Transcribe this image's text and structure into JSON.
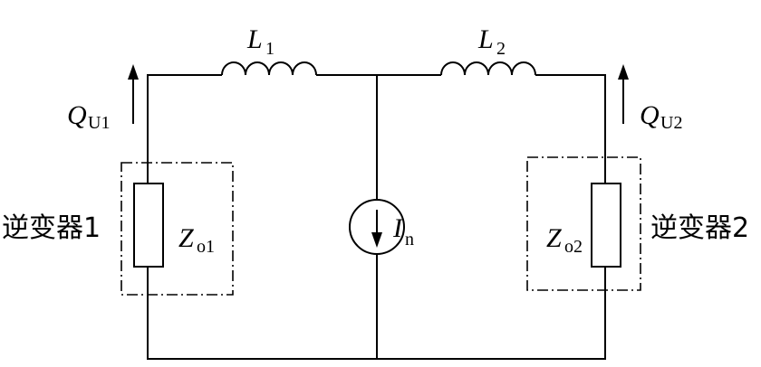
{
  "labels": {
    "L1": {
      "main": "L",
      "sub": "1"
    },
    "L2": {
      "main": "L",
      "sub": "2"
    },
    "QU1": {
      "main": "Q",
      "sub": "U1"
    },
    "QU2": {
      "main": "Q",
      "sub": "U2"
    },
    "Zo1": {
      "main": "Z",
      "sub": "o1"
    },
    "Zo2": {
      "main": "Z",
      "sub": "o2"
    },
    "In": {
      "main": "I",
      "sub": "n"
    },
    "inverter1": "逆变器1",
    "inverter2": "逆变器2"
  }
}
